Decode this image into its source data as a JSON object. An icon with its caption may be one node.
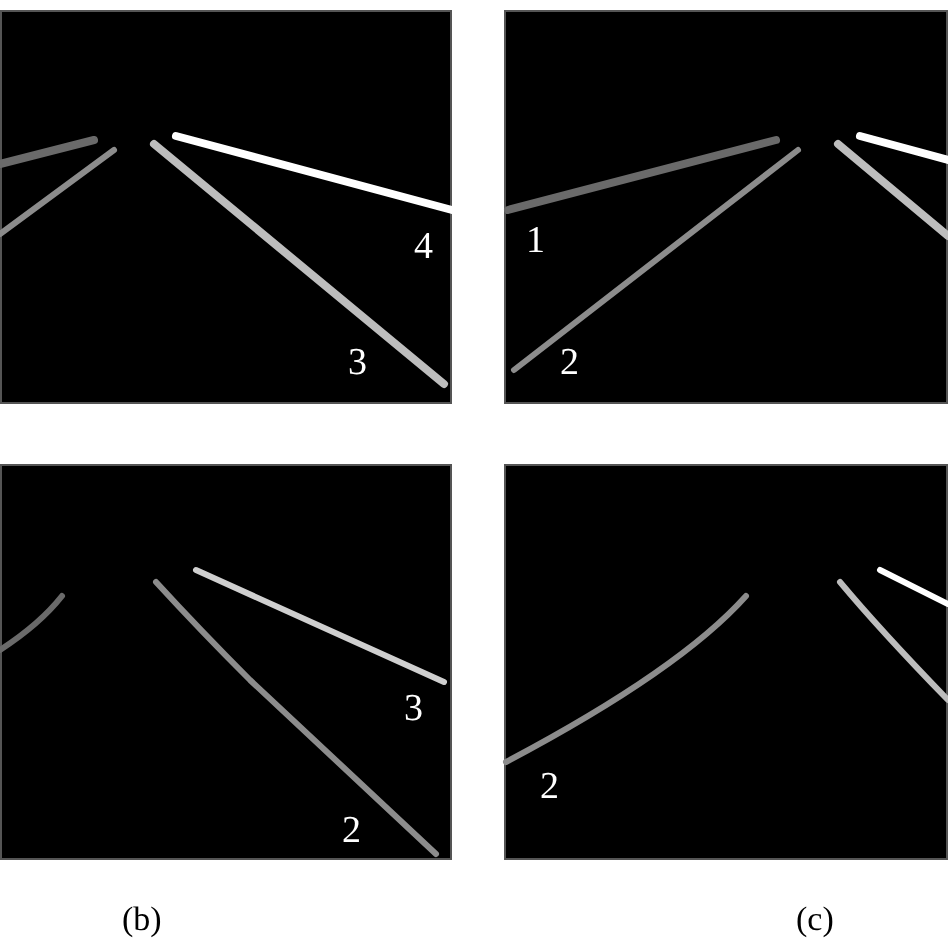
{
  "diagram": {
    "labels": [
      "4",
      "3",
      "1",
      "2",
      "3",
      "2",
      "2",
      "(b)",
      "(c)"
    ]
  }
}
